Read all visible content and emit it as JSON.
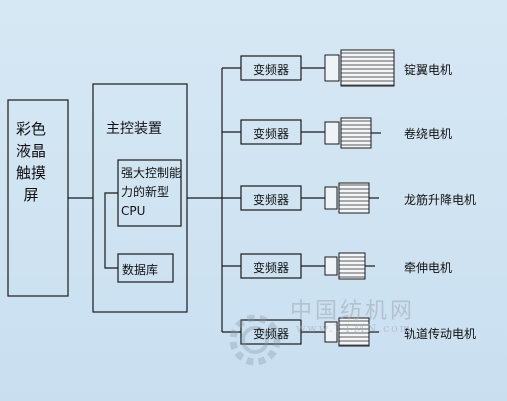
{
  "touchscreen": {
    "label": "彩色液晶触摸屏"
  },
  "main_controller": {
    "title": "主控装置"
  },
  "cpu": {
    "label": "强大控制能力的新型 CPU"
  },
  "database": {
    "label": "数据库"
  },
  "vfd_label": "变频器",
  "motors": [
    {
      "vfd": "变频器",
      "name": "锭翼电机"
    },
    {
      "vfd": "变频器",
      "name": "卷绕电机"
    },
    {
      "vfd": "变频器",
      "name": "龙筋升降电机"
    },
    {
      "vfd": "变频器",
      "name": "牵伸电机"
    },
    {
      "vfd": "变频器",
      "name": "轨道传动电机"
    }
  ],
  "watermark": {
    "cn": "中国纺机网",
    "url": "www.TTMN.com"
  },
  "colors": {
    "line": "#1a1a1a",
    "box_fill": "#d4e6f3",
    "motor_fill": "#eef3f8"
  }
}
